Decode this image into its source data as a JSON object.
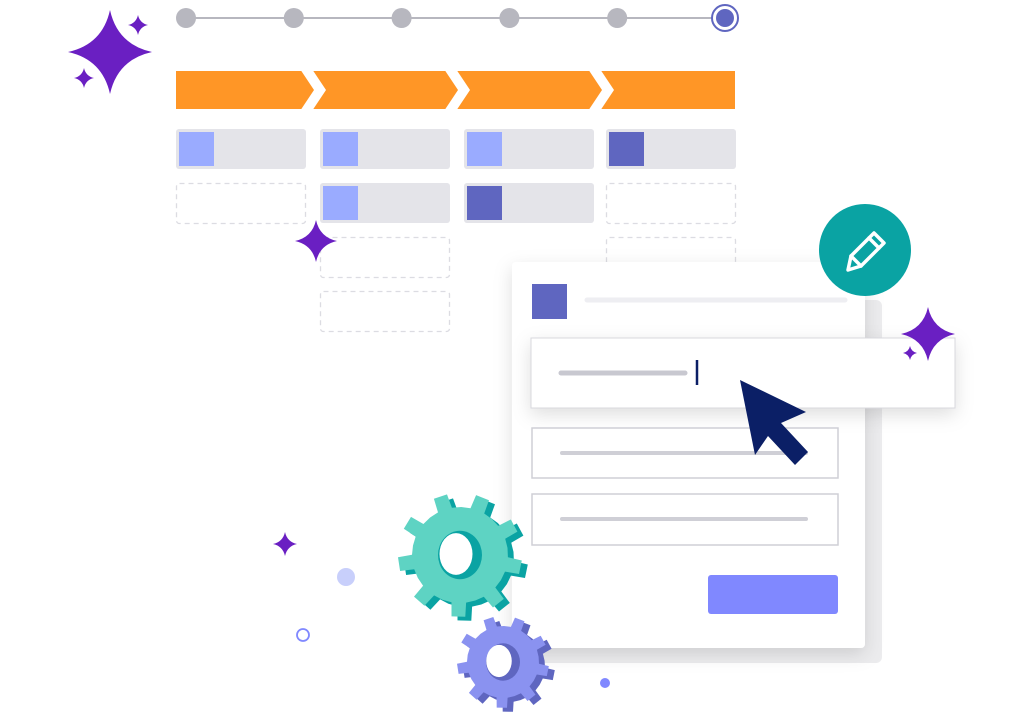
{
  "colors": {
    "accent_orange": "#ff9626",
    "step_inactive": "#b7b7bf",
    "step_active": "#5f66c0",
    "card_gray": "#e4e4e9",
    "light_blue": "#9aabff",
    "dark_indigo": "#5f66c0",
    "teal": "#0aa3a3",
    "navy_cursor": "#0b1f66",
    "sparkle": "#6a1fc2",
    "button": "#8088ff",
    "gear_teal": "#5ed3c3",
    "gear_purple": "#8a92f0"
  },
  "stepper": {
    "steps": 6,
    "active_step": 6
  },
  "board": {
    "columns": [
      {
        "cards": [
          "light",
          "empty"
        ]
      },
      {
        "cards": [
          "light",
          "light",
          "empty",
          "empty"
        ]
      },
      {
        "cards": [
          "light",
          "dark"
        ]
      },
      {
        "cards": [
          "dark",
          "empty",
          "empty"
        ]
      }
    ]
  },
  "icons": [
    "sparkle-icon",
    "pencil-icon",
    "cursor-arrow-icon",
    "gear-icon"
  ]
}
